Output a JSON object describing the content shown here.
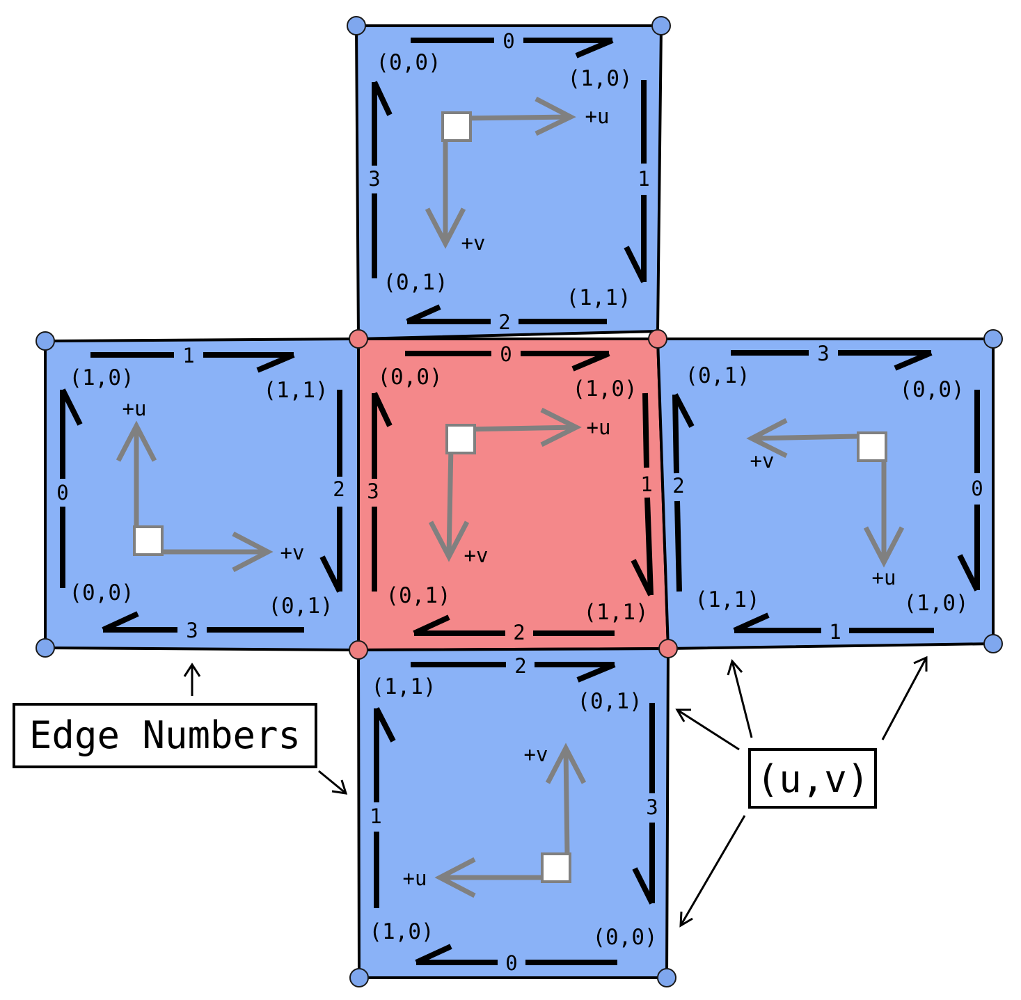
{
  "colors": {
    "face": "#8ab2f7",
    "center_face": "#f4888a",
    "vertex": "#7fa7ee",
    "center_vertex": "#ee7f80",
    "axis": "#808080"
  },
  "labels": {
    "edge_numbers": "Edge Numbers",
    "uv": "(u,v)"
  },
  "faces": [
    {
      "id": "top",
      "corners": [
        "(0,0)",
        "(1,0)",
        "(1,1)",
        "(0,1)"
      ],
      "edges": [
        "0",
        "1",
        "2",
        "3"
      ],
      "axes": [
        "+u",
        "+v"
      ]
    },
    {
      "id": "left",
      "corners": [
        "(1,0)",
        "(1,1)",
        "(0,1)",
        "(0,0)"
      ],
      "edges": [
        "1",
        "2",
        "3",
        "0"
      ],
      "axes": [
        "+u",
        "+v"
      ]
    },
    {
      "id": "center",
      "corners": [
        "(0,0)",
        "(1,0)",
        "(1,1)",
        "(0,1)"
      ],
      "edges": [
        "0",
        "1",
        "2",
        "3"
      ],
      "axes": [
        "+u",
        "+v"
      ]
    },
    {
      "id": "right",
      "corners": [
        "(0,1)",
        "(0,0)",
        "(1,0)",
        "(1,1)"
      ],
      "edges": [
        "3",
        "0",
        "1",
        "2"
      ],
      "axes": [
        "+v",
        "+u"
      ]
    },
    {
      "id": "bottom",
      "corners": [
        "(1,1)",
        "(0,1)",
        "(0,0)",
        "(1,0)"
      ],
      "edges": [
        "2",
        "3",
        "0",
        "1"
      ],
      "axes": [
        "+v",
        "+u"
      ]
    }
  ]
}
